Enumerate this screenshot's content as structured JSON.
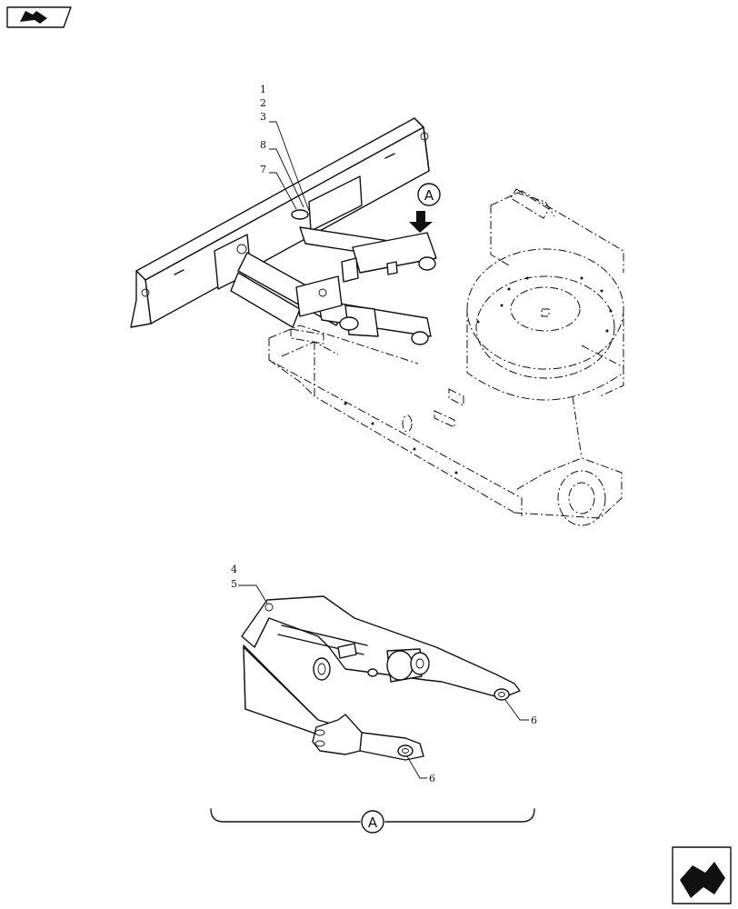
{
  "callouts": {
    "c1": "1",
    "c2": "2",
    "c3": "3",
    "c8": "8",
    "c7": "7",
    "c4": "4",
    "c5": "5",
    "c6a": "6",
    "c6b": "6"
  },
  "view": {
    "marker_top": "A",
    "marker_bottom": "A"
  },
  "icons": {
    "top_left": "page-nav-arrow-icon",
    "bottom_right": "next-page-arrow-icon"
  }
}
